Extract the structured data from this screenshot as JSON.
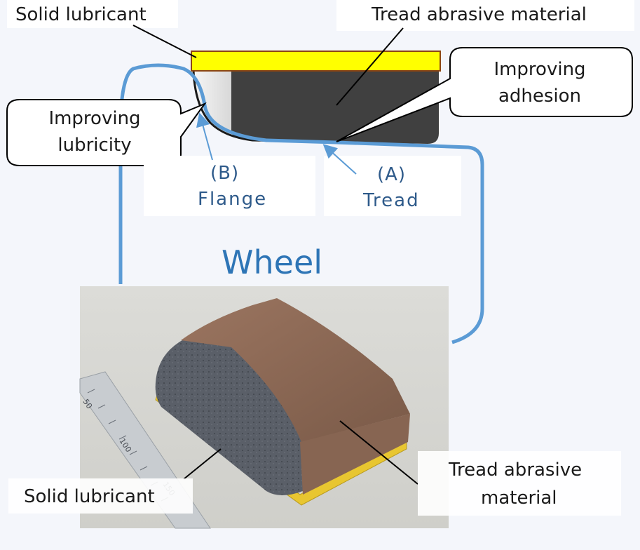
{
  "labels": {
    "top_solid_lubricant": "Solid lubricant",
    "top_tread_abrasive": "Tread abrasive material",
    "improving_adhesion": "Improving adhesion",
    "improving_lubricity": "Improving lubricity",
    "flange_letter": "(B)",
    "flange_word": "Flange",
    "tread_letter": "(A)",
    "tread_word": "Tread",
    "wheel": "Wheel",
    "photo_solid_lubricant": "Solid lubricant",
    "photo_tread_abrasive_line1": "Tread abrasive",
    "photo_tread_abrasive_line2": "material",
    "ruler_marks": [
      "50",
      "100",
      "150"
    ]
  },
  "colors": {
    "wheel_outline": "#5b9bd5",
    "lubricant_yellow": "#ffff00",
    "lubricant_border": "#8b4513",
    "abrasive_dark": "#404040",
    "label_blue": "#2e5a8a"
  }
}
